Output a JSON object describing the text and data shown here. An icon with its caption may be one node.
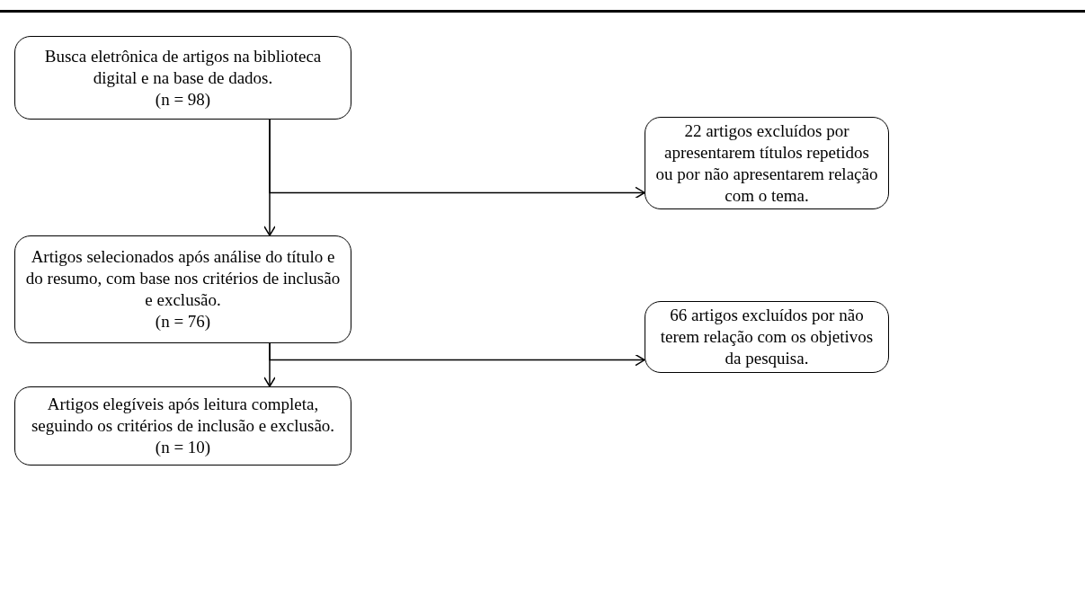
{
  "diagram": {
    "nodes": [
      {
        "text": [
          "Busca eletrônica de artigos na biblioteca digital e na base de dados.",
          "(n = 98)"
        ]
      },
      {
        "text": [
          "22 artigos excluídos por apresentarem títulos repetidos ou por não apresentarem relação com o tema."
        ]
      },
      {
        "text": [
          "Artigos selecionados após análise do título e do resumo, com base nos critérios de inclusão e exclusão.",
          "(n = 76)"
        ]
      },
      {
        "text": [
          "66 artigos excluídos por não terem relação com os objetivos da pesquisa."
        ]
      },
      {
        "text": [
          "Artigos elegíveis após leitura completa, seguindo os critérios de inclusão e exclusão.",
          "(n = 10)"
        ]
      }
    ],
    "edges": [
      {
        "from": 0,
        "to": 2,
        "arrow": "to"
      },
      {
        "from": 0,
        "to": 1,
        "arrow": "to"
      },
      {
        "from": 2,
        "to": 4,
        "arrow": "to"
      },
      {
        "from": 2,
        "to": 3,
        "arrow": "to"
      }
    ]
  }
}
